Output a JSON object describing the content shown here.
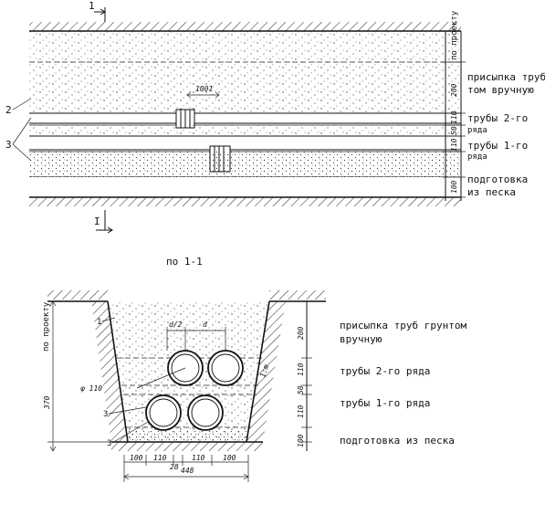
{
  "section_marks": {
    "top": "1",
    "bottom": "I"
  },
  "section_title": "по 1-1",
  "longitudinal": {
    "side_note": "по проекту",
    "dim_gap": "1001",
    "callouts": [
      "2",
      "3"
    ],
    "layer_dims": [
      "200",
      "110",
      "50",
      "110",
      "100"
    ],
    "layers": [
      "присыпка труб грун-\nтом вручную",
      "трубы 2-го\nряда",
      "трубы 1-го\nряда",
      "подготовка\nиз песка"
    ]
  },
  "cross": {
    "side_note": "по проекту",
    "total_depth": "370",
    "diameter": "φ 110",
    "half_dist": "d/2",
    "dist": "d",
    "slope": "1:m",
    "callouts": [
      "1",
      "3",
      "3"
    ],
    "layer_dims": [
      "200",
      "110",
      "50",
      "110",
      "100"
    ],
    "bottom_dims": [
      "100",
      "110",
      "28",
      "110",
      "100"
    ],
    "total_width": "448",
    "layers": [
      "присыпка труб грунтом\nвручную",
      "трубы 2-го ряда",
      "трубы 1-го ряда",
      "подготовка из песка"
    ]
  }
}
